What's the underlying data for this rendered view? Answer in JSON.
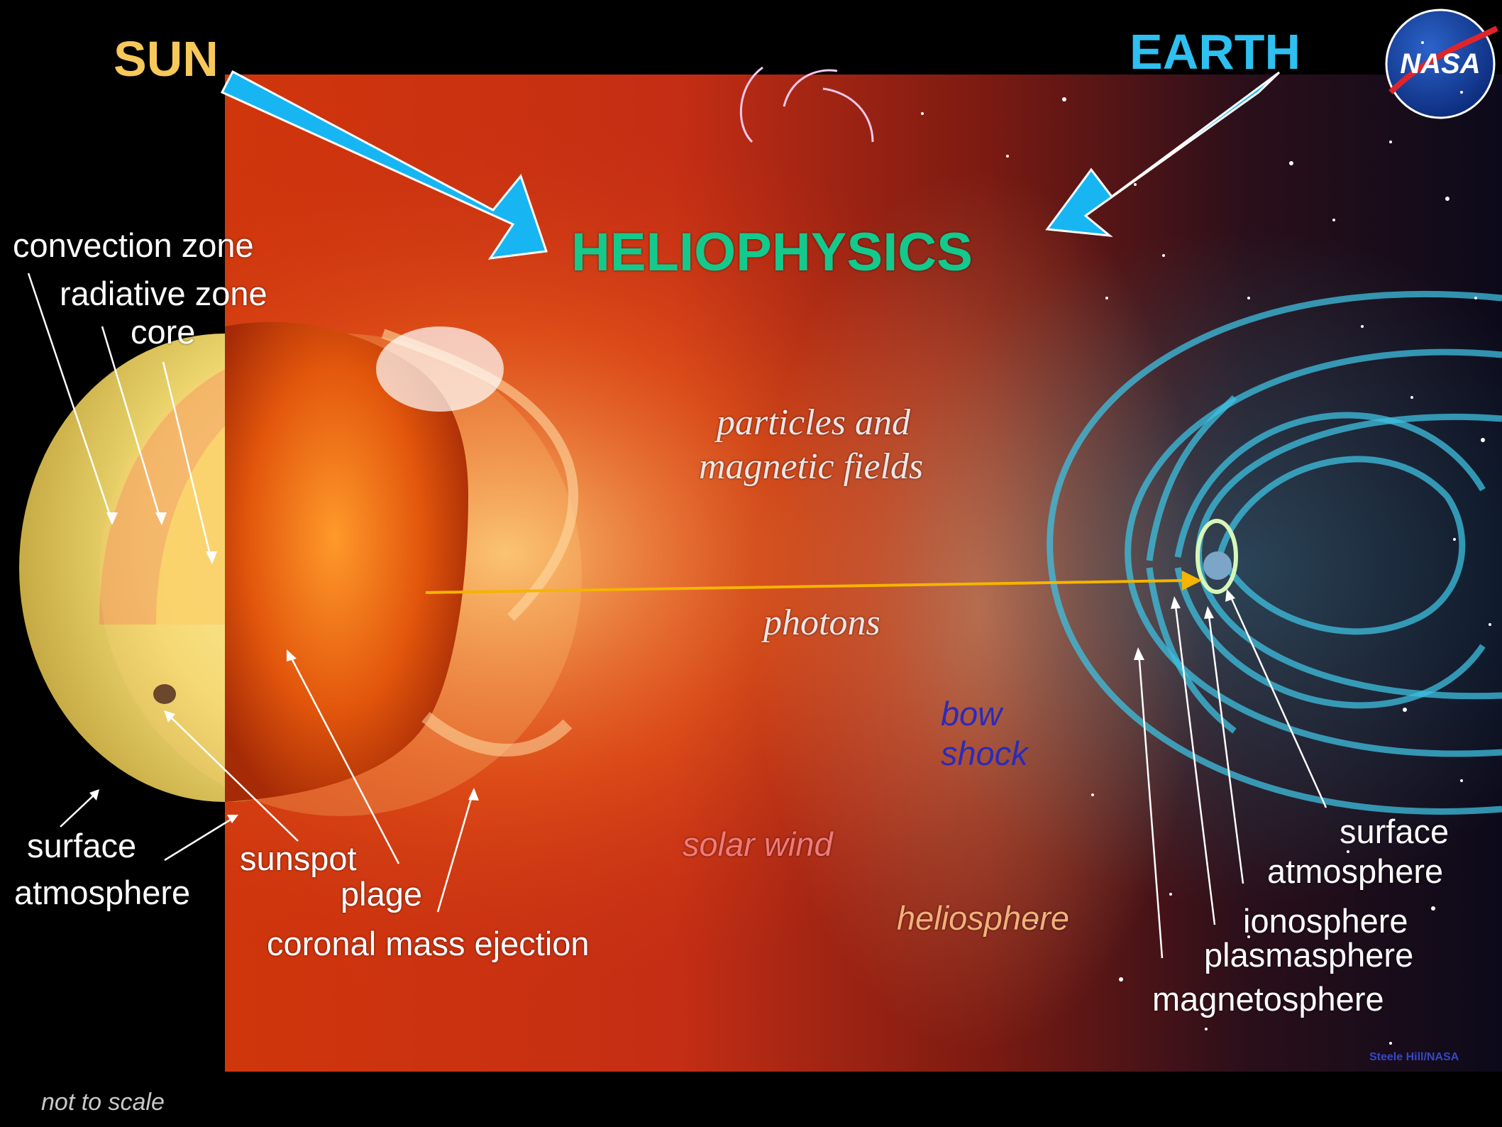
{
  "headings": {
    "sun": "SUN",
    "earth": "EARTH",
    "center": "HELIOPHYSICS"
  },
  "logo": {
    "text": "NASA"
  },
  "labels": {
    "convection_zone": "convection zone",
    "radiative_zone": "radiative zone",
    "core": "core",
    "surface_left": "surface",
    "atmosphere_left": "atmosphere",
    "sunspot": "sunspot",
    "plage": "plage",
    "coronal_mass_ejection": "coronal mass ejection",
    "particles_line1": "particles and",
    "particles_line2": "magnetic fields",
    "photons": "photons",
    "bow_shock_line1": "bow",
    "bow_shock_line2": "shock",
    "solar_wind": "solar wind",
    "heliosphere": "heliosphere",
    "surface_right": "surface",
    "atmosphere_right": "atmosphere",
    "ionosphere": "ionosphere",
    "plasmasphere": "plasmasphere",
    "magnetosphere": "magnetosphere",
    "not_to_scale": "not to scale",
    "credit": "Steele Hill/NASA"
  },
  "colors": {
    "sun_heading": "#f7c85a",
    "earth_heading": "#2ec0f0",
    "center_heading": "#14c98c",
    "arrow_blue": "#17b6f2",
    "photon_arrow": "#f5b400",
    "bow_shock": "#2b2bb8",
    "solar_wind": "#f07a78",
    "heliosphere": "#f3b07a",
    "earth_ring": "#d6f7b8"
  }
}
